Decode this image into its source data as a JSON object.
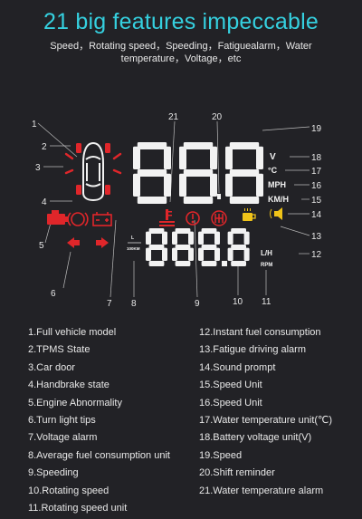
{
  "header": {
    "title": "21 big features impeccable",
    "subtitle": "Speed，Rotating speed，Speeding，Fatiguealarm，Water temperature，Voltage，etc"
  },
  "display": {
    "top_digits": "888",
    "bottom_digits": "888.8",
    "unit_v": "V",
    "unit_celsius": "°C",
    "unit_mph": "MPH",
    "unit_kmh": "KM/H",
    "unit_lh": "L/H",
    "unit_rpm": "RPM",
    "fuel_unit_top": "L",
    "fuel_unit_bottom": "100KM"
  },
  "callout_numbers": [
    "1",
    "2",
    "3",
    "4",
    "5",
    "6",
    "7",
    "8",
    "9",
    "10",
    "11",
    "12",
    "13",
    "14",
    "15",
    "16",
    "17",
    "18",
    "19",
    "20",
    "21"
  ],
  "legend_left": [
    "1.Full vehicle model",
    "2.TPMS State",
    "3.Car door",
    "4.Handbrake state",
    "5.Engine Abnormality",
    "6.Turn light tips",
    "7.Voltage alarm",
    "8.Average fuel consumption unit",
    "9.Speeding",
    "10.Rotating speed",
    "11.Rotating speed unit"
  ],
  "legend_right": [
    "12.Instant fuel consumption",
    "13.Fatigue driving alarm",
    "14.Sound prompt",
    "15.Speed Unit",
    "16.Speed Unit",
    "17.Water temperature unit(℃)",
    "18.Battery voltage unit(V)",
    "19.Speed",
    "20.Shift reminder",
    "21.Water temperature alarm"
  ],
  "colors": {
    "title": "#35d0df",
    "background": "#222226",
    "red": "#e0262a",
    "yellow": "#f0c419",
    "white": "#f2f2f2"
  },
  "icons": [
    "car-icon",
    "tire-icon",
    "engine-icon",
    "handbrake-icon",
    "battery-icon",
    "water-temp-icon",
    "warning-icon",
    "gear-shift-icon",
    "coffee-cup-icon",
    "speaker-icon",
    "left-arrow-icon",
    "right-arrow-icon"
  ]
}
